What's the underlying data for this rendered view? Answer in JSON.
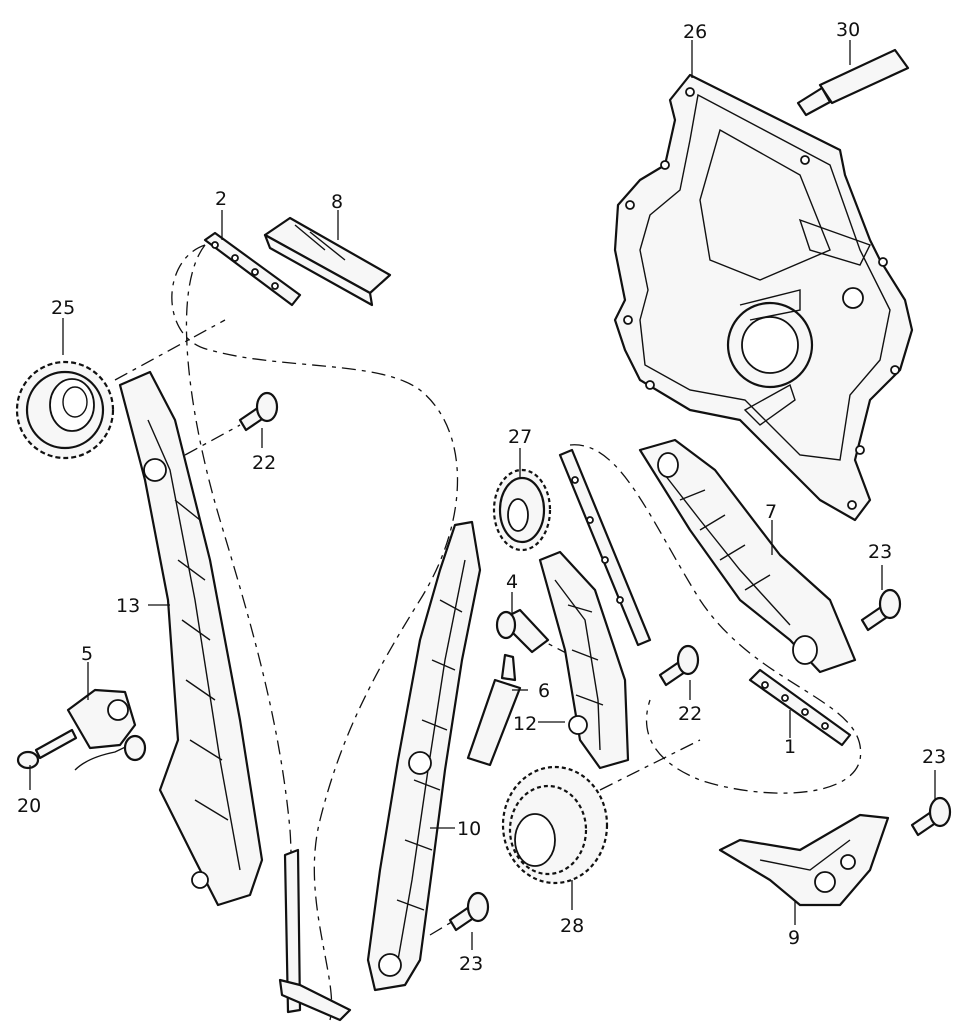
{
  "callouts": [
    {
      "id": "c1",
      "text": "1"
    },
    {
      "id": "c2",
      "text": "2"
    },
    {
      "id": "c4",
      "text": "4"
    },
    {
      "id": "c5",
      "text": "5"
    },
    {
      "id": "c6",
      "text": "6"
    },
    {
      "id": "c7",
      "text": "7"
    },
    {
      "id": "c8",
      "text": "8"
    },
    {
      "id": "c9",
      "text": "9"
    },
    {
      "id": "c10",
      "text": "10"
    },
    {
      "id": "c12",
      "text": "12"
    },
    {
      "id": "c13",
      "text": "13"
    },
    {
      "id": "c20",
      "text": "20"
    },
    {
      "id": "c22a",
      "text": "22"
    },
    {
      "id": "c22b",
      "text": "22"
    },
    {
      "id": "c23a",
      "text": "23"
    },
    {
      "id": "c23b",
      "text": "23"
    },
    {
      "id": "c23c",
      "text": "23"
    },
    {
      "id": "c25",
      "text": "25"
    },
    {
      "id": "c26",
      "text": "26"
    },
    {
      "id": "c27",
      "text": "27"
    },
    {
      "id": "c28",
      "text": "28"
    },
    {
      "id": "c30",
      "text": "30"
    }
  ]
}
